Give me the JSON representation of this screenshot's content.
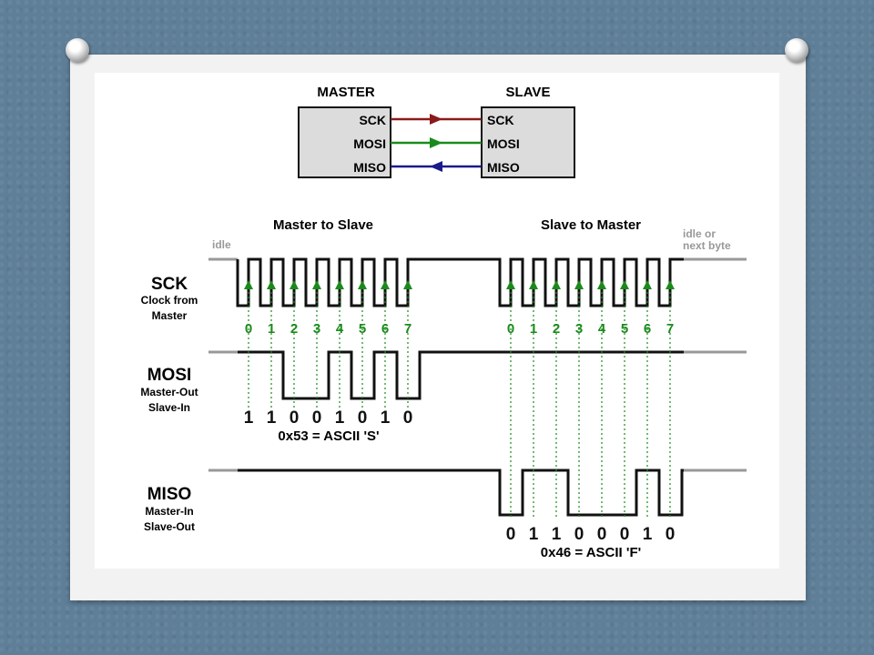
{
  "diagram": {
    "master_label": "MASTER",
    "slave_label": "SLAVE",
    "pins": [
      "SCK",
      "MOSI",
      "MISO"
    ],
    "section_left": "Master to Slave",
    "section_right": "Slave to Master",
    "idle_label": "idle",
    "idle_next_line1": "idle or",
    "idle_next_line2": "next byte",
    "signals": {
      "sck": {
        "name": "SCK",
        "desc1": "Clock from",
        "desc2": "Master"
      },
      "mosi": {
        "name": "MOSI",
        "desc1": "Master-Out",
        "desc2": "Slave-In"
      },
      "miso": {
        "name": "MISO",
        "desc1": "Master-In",
        "desc2": "Slave-Out"
      }
    },
    "bit_indices": [
      "0",
      "1",
      "2",
      "3",
      "4",
      "5",
      "6",
      "7"
    ],
    "mosi_bits": [
      "1",
      "1",
      "0",
      "0",
      "1",
      "0",
      "1",
      "0"
    ],
    "mosi_caption": "0x53 = ASCII 'S'",
    "miso_bits": [
      "0",
      "1",
      "1",
      "0",
      "0",
      "0",
      "1",
      "0"
    ],
    "miso_caption": "0x46 = ASCII 'F'",
    "colors": {
      "sck_arrow": "#8b1a1a",
      "mosi_arrow": "#1a8b1a",
      "miso_arrow": "#1a1a8b",
      "clock_marker": "#1a8b1a",
      "idle_gray": "#999999"
    }
  }
}
